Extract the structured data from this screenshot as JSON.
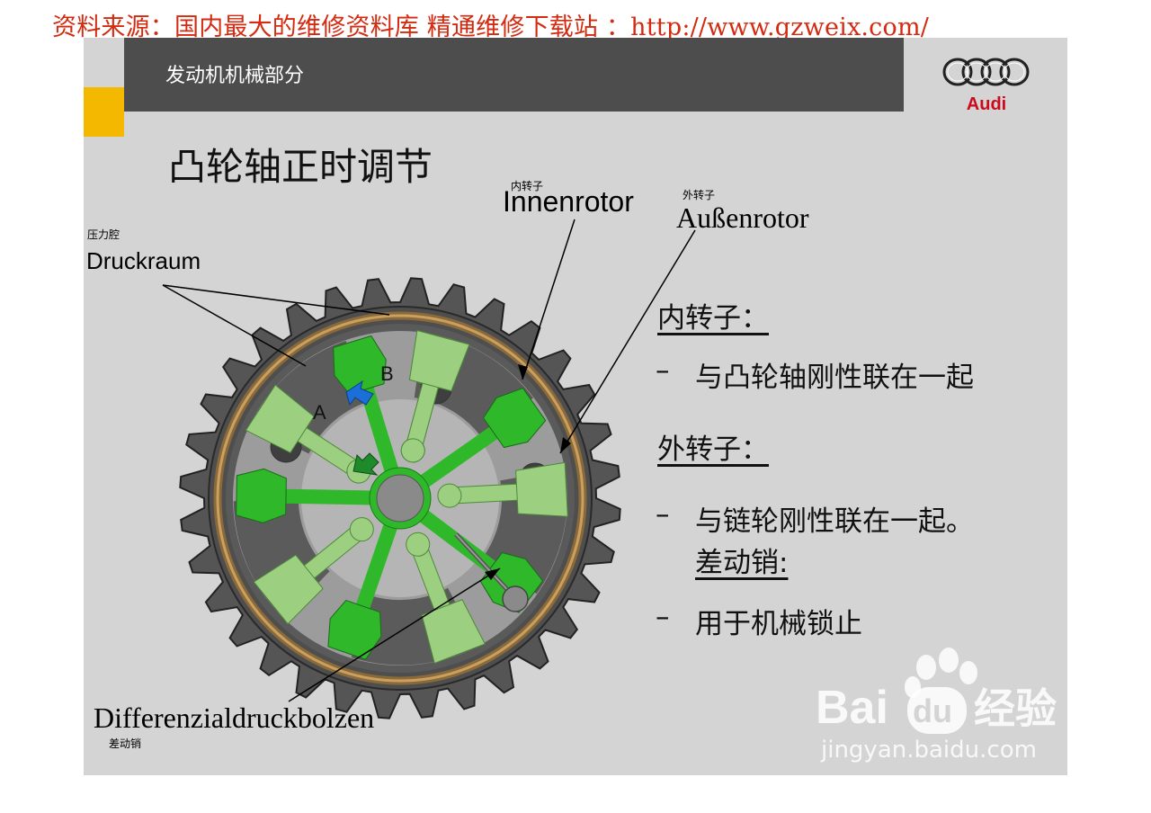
{
  "source_note": "资料来源：国内最大的维修资料库 精通维修下载站 ：http://www.gzweix.com/",
  "header": {
    "section_title": "发动机机械部分",
    "brand": "Audi"
  },
  "slide_title": "凸轮轴正时调节",
  "labels": {
    "inner_rotor_cn": "内转子",
    "inner_rotor_de": "Innenrotor",
    "outer_rotor_cn": "外转子",
    "outer_rotor_de": "Außenrotor",
    "pressure_chamber_cn": "压力腔",
    "pressure_chamber_de": "Druckraum",
    "diff_pin_de": "Differenzialdruckbolzen",
    "diff_pin_cn": "差动销",
    "chamber_a": "A",
    "chamber_b": "B"
  },
  "bullets": {
    "inner_heading": "内转子：",
    "inner_item": "与凸轮轴刚性联在一起",
    "outer_heading": "外转子：",
    "outer_item": "与链轮刚性联在一起。",
    "pin_heading": "差动销:",
    "pin_item": "用于机械锁止",
    "dash": "–"
  },
  "watermark": {
    "brand": "Bai",
    "brand2": "du",
    "suffix": "经验",
    "url": "jingyan.baidu.com"
  },
  "colors": {
    "source_red": "#d42a10",
    "header_bar": "#4d4d4d",
    "accent_yellow": "#f5b800",
    "audi_red": "#cc0a1e",
    "green_dark": "#2fb82a",
    "green_light": "#9ccf80",
    "arrow_blue": "#1c6fd6",
    "arrow_green": "#1f8a2a"
  }
}
